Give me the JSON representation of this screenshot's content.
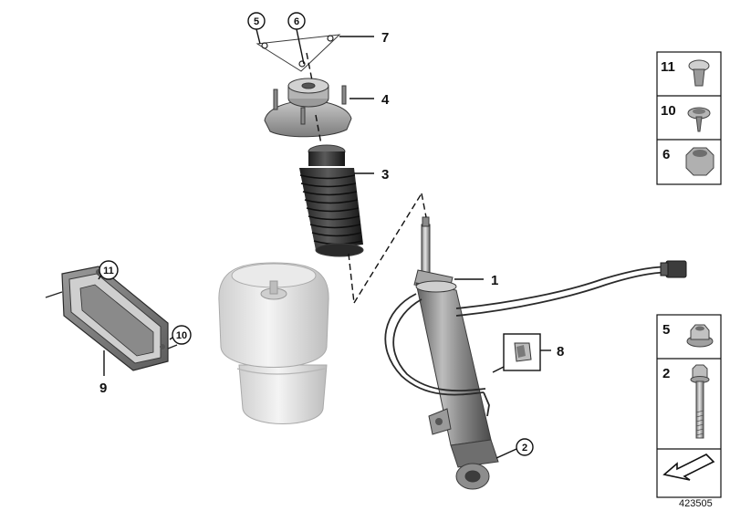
{
  "callouts": {
    "shock_absorber": "1",
    "bolt": "2",
    "dust_boot": "3",
    "strut_mount": "4",
    "mount_nut": "5",
    "gasket_nut": "6",
    "gasket": "7",
    "bracket": "8",
    "control_unit": "9",
    "screw": "10",
    "clip": "11"
  },
  "side_panel_top": [
    "11",
    "10",
    "6"
  ],
  "side_panel_bottom": [
    "5",
    "2"
  ],
  "diagram_number": "423505",
  "colors": {
    "metal_dark": "#6f6f6f",
    "metal_mid": "#a8a8a8",
    "metal_light": "#d6d6d6",
    "rubber": "#2c2c2c",
    "airspring": "#e2e2e2",
    "background": "#ffffff"
  }
}
